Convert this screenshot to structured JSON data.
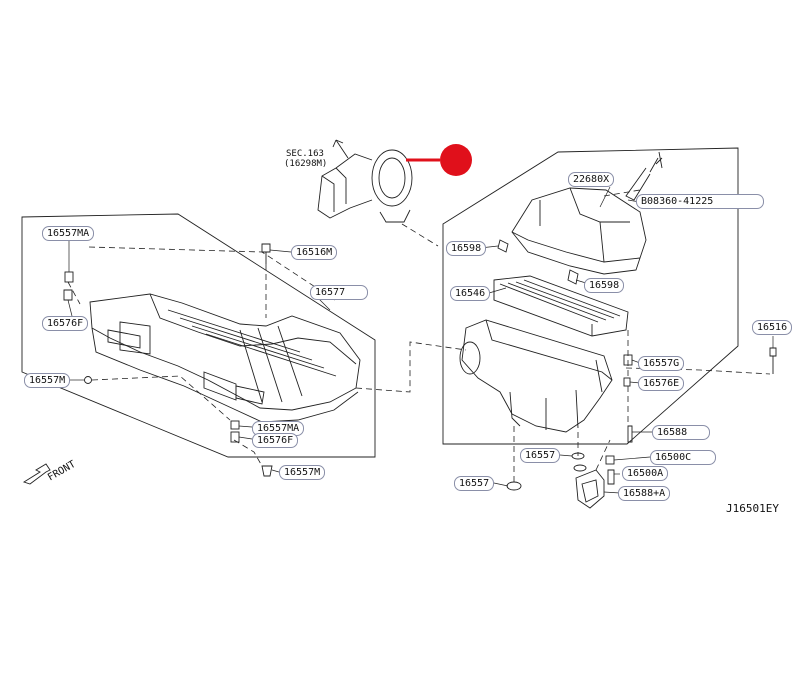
{
  "diagram": {
    "section_ref": [
      "SEC.163",
      "(16298M)"
    ],
    "front_label": "FRONT",
    "drawing_code": "J16501EY",
    "marker_color": "#e0101b",
    "callouts": {
      "c16557MA_top": "16557MA",
      "c16576F_left": "16576F",
      "c16557M_left": "16557M",
      "c16516M": "16516M",
      "c16577": "16577",
      "c16557MA_bottom": "16557MA",
      "c16576F_bottom": "16576F",
      "c16557M_bottom": "16557M",
      "c16598_top": "16598",
      "c16546": "16546",
      "c16598_right": "16598",
      "c22680X": "22680X",
      "c08360": "08360-41225",
      "c16516": "16516",
      "c16557G": "16557G",
      "c16576E": "16576E",
      "c16588": "16588",
      "c16557_mid": "16557",
      "c16500C": "16500C",
      "c16500A": "16500A",
      "c16557_bottom": "16557",
      "c16588A": "16588+A"
    },
    "bolt_prefix": "B"
  }
}
